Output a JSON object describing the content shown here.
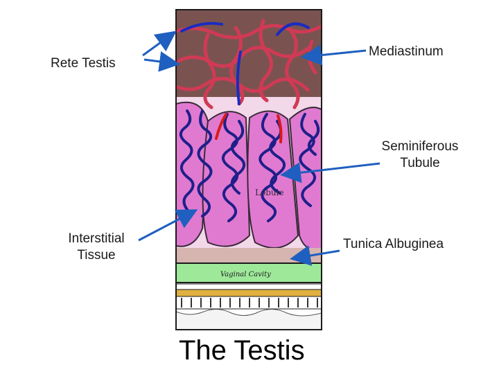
{
  "title": "The Testis",
  "labels": {
    "rete_testis": "Rete Testis",
    "mediastinum": "Mediastinum",
    "seminiferous_line1": "Seminiferous",
    "seminiferous_line2": "Tubule",
    "interstitial_line1": "Interstitial",
    "interstitial_line2": "Tissue",
    "tunica": "Tunica Albuginea"
  },
  "image_text": {
    "lobule": "Lobule",
    "vaginal_cavity": "Vaginal Cavity"
  },
  "colors": {
    "mediastinum_bg": "#7a5350",
    "vessel_red": "#d03a55",
    "lobule_pink": "#e07ad0",
    "tubule_blue": "#1f1f8a",
    "vaginal_green": "#9ee89a",
    "tunica_yellow": "#e0b040",
    "arrow_blue": "#1f5fbf"
  }
}
